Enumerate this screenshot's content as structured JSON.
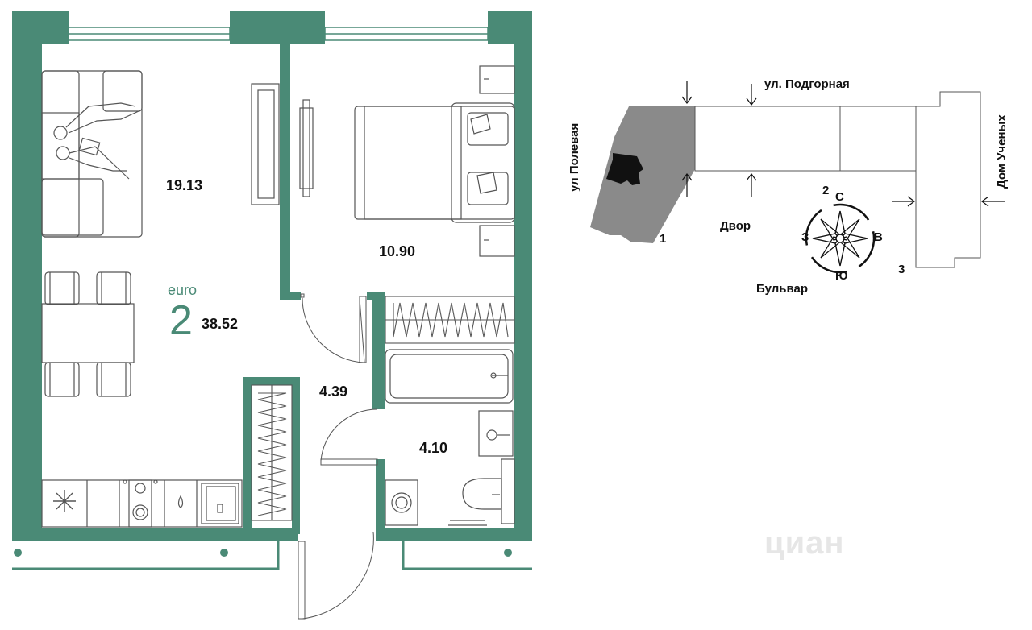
{
  "colors": {
    "wall": "#4a8a76",
    "accent": "#4a8a76",
    "gray_block": "#8a8a8a",
    "dark_block": "#111111",
    "line": "#555555",
    "text": "#111111"
  },
  "plan": {
    "type_label": "euro",
    "rooms_count": "2",
    "total_area": "38.52",
    "rooms": {
      "living": "19.13",
      "bedroom": "10.90",
      "hall": "4.39",
      "bathroom": "4.10"
    },
    "icons": [
      "sofa-icon",
      "person-icon",
      "tv-icon",
      "bed-icon",
      "table-icon",
      "chair-icon",
      "wardrobe-icon",
      "bathtub-icon",
      "sink-icon",
      "toilet-icon",
      "washing-machine-icon",
      "stove-icon",
      "fridge-icon",
      "nightstand-icon",
      "door-icon",
      "window-icon"
    ]
  },
  "site": {
    "street_top": "ул. Подгорная",
    "street_left": "ул Полевая",
    "building_right": "Дом Ученых",
    "courtyard": "Двор",
    "boulevard": "Бульвар",
    "numbers": [
      "1",
      "2",
      "3"
    ],
    "compass": {
      "north": "С",
      "south": "Ю",
      "east": "В",
      "west": "З"
    }
  },
  "watermark": "циан"
}
